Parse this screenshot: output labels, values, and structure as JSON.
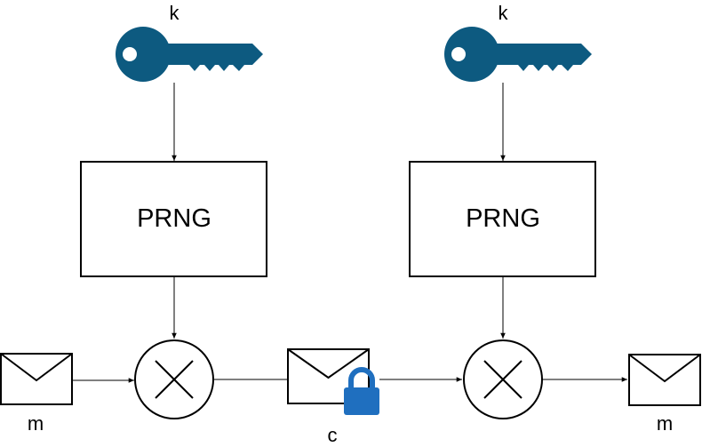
{
  "encrypt": {
    "key_label": "k",
    "prng_label": "PRNG",
    "message_label": "m"
  },
  "ciphertext_label": "c",
  "decrypt": {
    "key_label": "k",
    "prng_label": "PRNG",
    "message_label": "m"
  },
  "colors": {
    "key": "#0d5a80",
    "lock": "#1f6fbf",
    "stroke": "#000000"
  },
  "icons": {
    "key": "key-icon",
    "message": "envelope-icon",
    "lock": "lock-icon",
    "xor": "xor-circle"
  }
}
